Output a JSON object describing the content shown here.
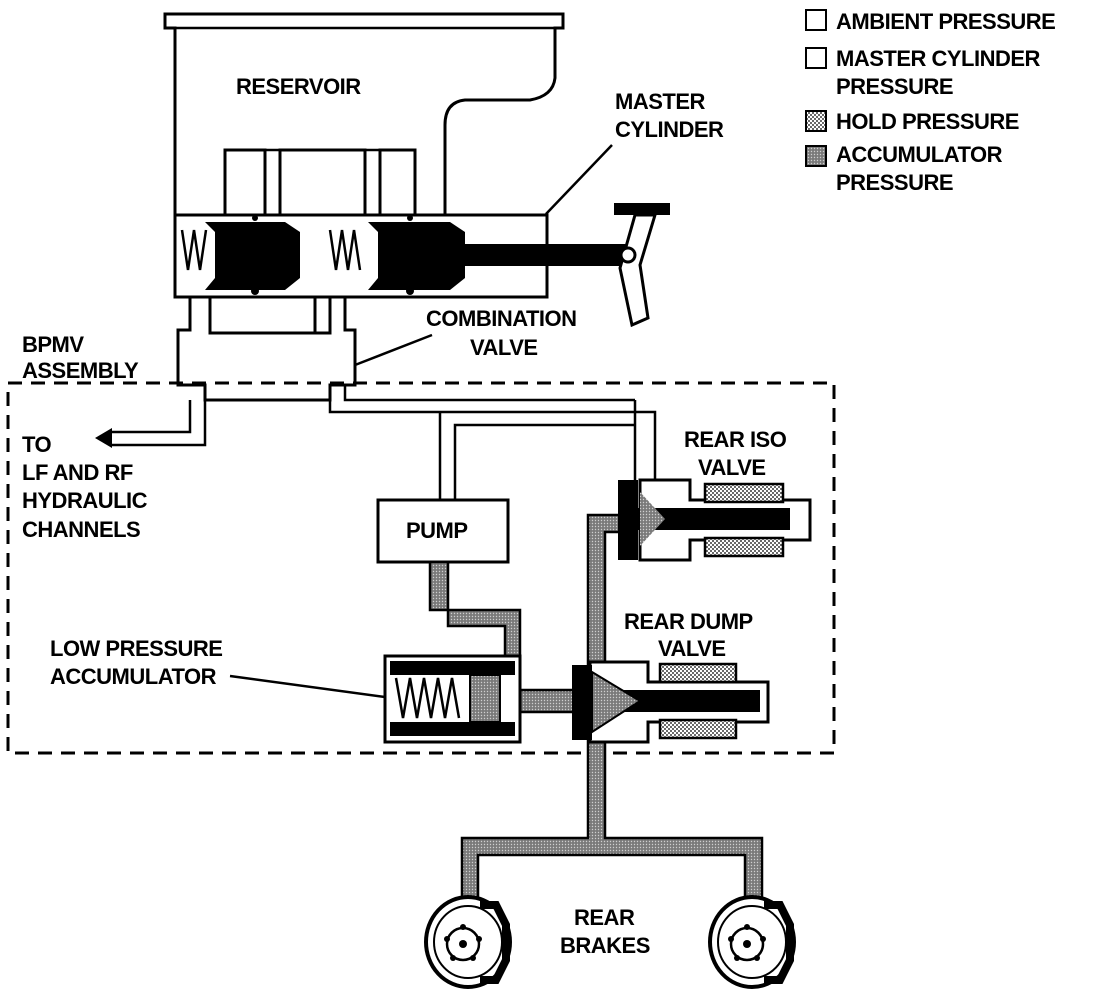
{
  "legend": {
    "items": [
      {
        "lines": [
          "AMBIENT PRESSURE"
        ],
        "swatch": "ambient"
      },
      {
        "lines": [
          "MASTER CYLINDER",
          "PRESSURE"
        ],
        "swatch": "master"
      },
      {
        "lines": [
          "HOLD PRESSURE"
        ],
        "swatch": "hold"
      },
      {
        "lines": [
          "ACCUMULATOR",
          "PRESSURE"
        ],
        "swatch": "accumulator"
      }
    ]
  },
  "labels": {
    "reservoir": [
      "RESERVOIR"
    ],
    "master_cylinder": [
      "MASTER",
      "CYLINDER"
    ],
    "combination_valve": [
      "COMBINATION",
      "VALVE"
    ],
    "bpmv_assembly": [
      "BPMV",
      "ASSEMBLY"
    ],
    "to_channels": [
      "TO",
      "LF AND RF",
      "HYDRAULIC",
      "CHANNELS"
    ],
    "rear_iso_valve": [
      "REAR ISO",
      "VALVE"
    ],
    "pump": [
      "PUMP"
    ],
    "rear_dump_valve": [
      "REAR DUMP",
      "VALVE"
    ],
    "low_pressure_accumulator": [
      "LOW PRESSURE",
      "ACCUMULATOR"
    ],
    "rear_brakes": [
      "REAR",
      "BRAKES"
    ]
  },
  "colors": {
    "line": "#000000",
    "accumulator_fill": "#8a8a8a",
    "hold_fill": "#d8d8d8",
    "master_fill": "#ffffff",
    "ambient_fill": "#ffffff"
  }
}
